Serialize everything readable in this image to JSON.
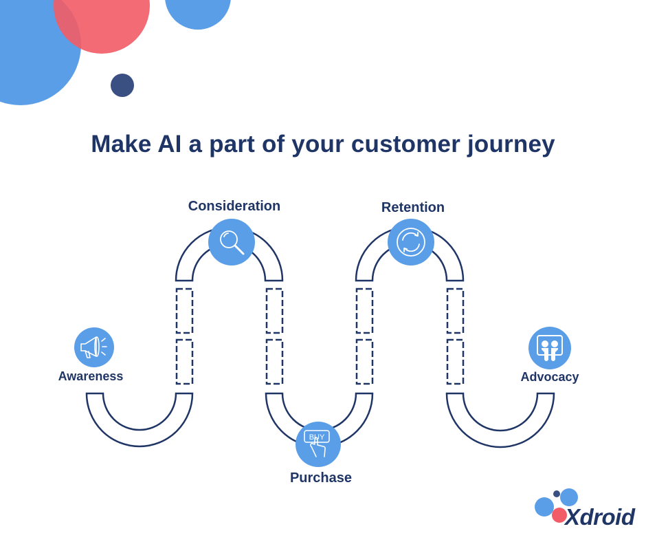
{
  "title": "Make AI a part of your customer journey",
  "stages": [
    {
      "label": "Awareness",
      "icon": "megaphone-icon"
    },
    {
      "label": "Consideration",
      "icon": "magnifier-icon"
    },
    {
      "label": "Purchase",
      "icon": "buy-button-icon"
    },
    {
      "label": "Retention",
      "icon": "refresh-icon"
    },
    {
      "label": "Advocacy",
      "icon": "slideshare-icon"
    }
  ],
  "purchase_icon_text": "BUY",
  "logo": {
    "text": "Xdroid"
  },
  "colors": {
    "navy": "#1f3566",
    "blue": "#5b9ee8",
    "red": "#f25c66",
    "dark_dot": "#3a4f82"
  }
}
